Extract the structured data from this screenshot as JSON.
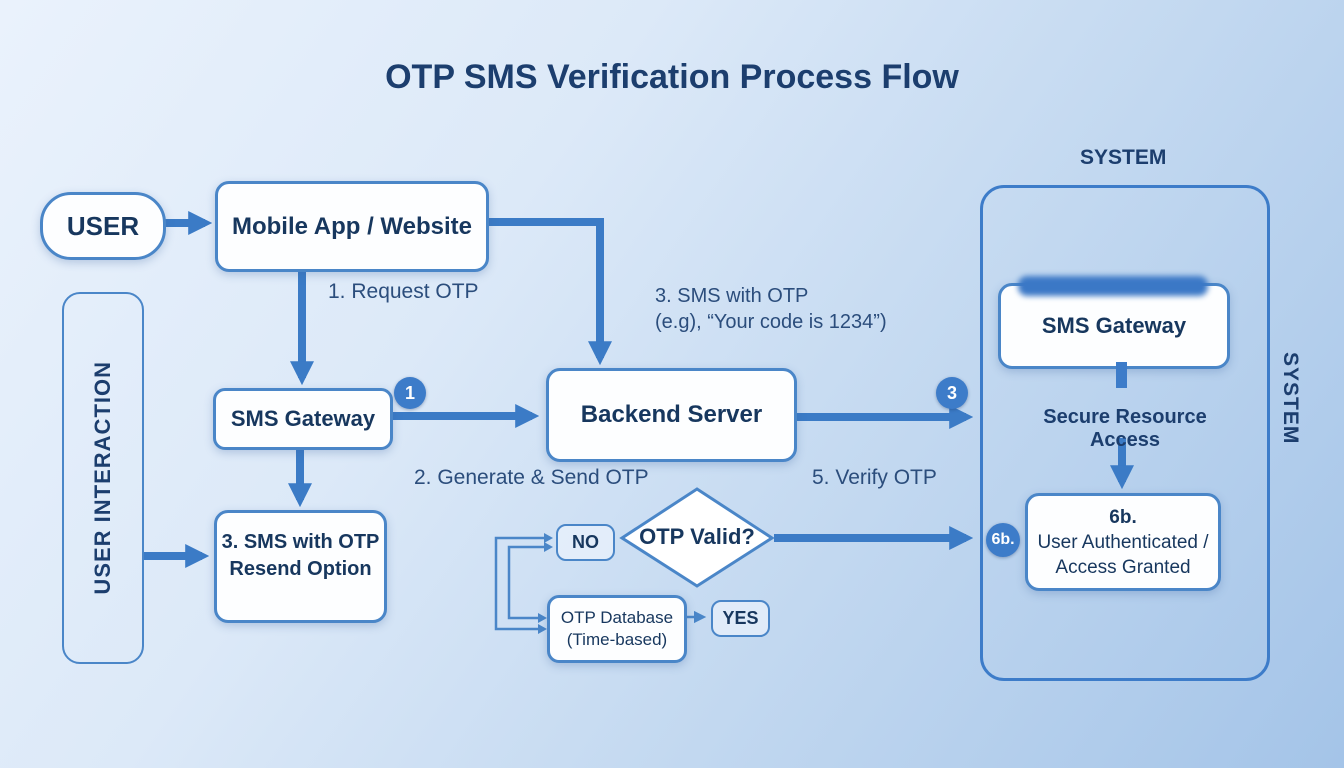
{
  "title": "OTP SMS Verification Process Flow",
  "flow": {
    "user": "USER",
    "mobile_app": "Mobile App / Website",
    "sms_gateway": "SMS Gateway",
    "backend_server": "Backend Server",
    "user_interaction": "USER INTERACTION",
    "resend": {
      "line1": "3. SMS with OTP",
      "line2": "Resend Option"
    },
    "decision": "OTP Valid?",
    "no": "NO",
    "yes": "YES",
    "otp_db": {
      "line1": "OTP Database",
      "line2": "(Time-based)"
    }
  },
  "labels": {
    "step1": "1. Request OTP",
    "step2": "2. Generate & Send OTP",
    "step3": {
      "line1": "3. SMS with OTP",
      "line2": "(e.g), “Your code is 1234”)"
    },
    "step5": "5. Verify OTP"
  },
  "badges": {
    "b1": "1",
    "b3": "3",
    "b6b": "6b."
  },
  "system": {
    "label_top": "SYSTEM",
    "label_side": "SYSTEM",
    "sms_gateway": "SMS Gateway",
    "secure_resource": "Secure Resource Access",
    "auth": {
      "line1": "6b.",
      "line2": "User Authenticated /",
      "line3": "Access Granted"
    }
  },
  "colors": {
    "accent": "#3b7bc6",
    "border": "#4a86c8",
    "badge": "#3d7cc9",
    "text": "#17375e"
  }
}
